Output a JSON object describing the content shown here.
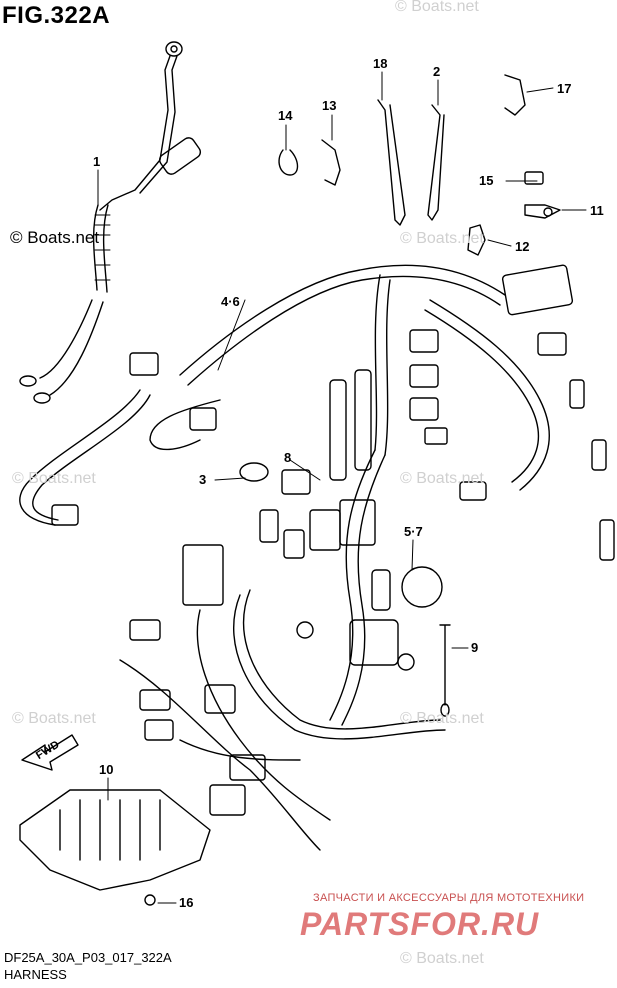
{
  "figure": {
    "title": "FIG.322A",
    "code": "DF25A_30A_P03_017_322A",
    "name": "HARNESS"
  },
  "watermarks": {
    "primary": "© Boats.net",
    "faint": "© Boats.net"
  },
  "advert": {
    "tagline": "ЗАПЧАСТИ И АКСЕССУАРЫ ДЛЯ МОТОТЕХНИКИ",
    "logo": "PARTSFOR.RU"
  },
  "direction_marker": "FWD",
  "callouts": [
    {
      "id": "c1",
      "label": "1"
    },
    {
      "id": "c2",
      "label": "2"
    },
    {
      "id": "c3",
      "label": "3"
    },
    {
      "id": "c46",
      "label": "4·6"
    },
    {
      "id": "c57",
      "label": "5·7"
    },
    {
      "id": "c8",
      "label": "8"
    },
    {
      "id": "c9",
      "label": "9"
    },
    {
      "id": "c10",
      "label": "10"
    },
    {
      "id": "c11",
      "label": "11"
    },
    {
      "id": "c12",
      "label": "12"
    },
    {
      "id": "c13",
      "label": "13"
    },
    {
      "id": "c14",
      "label": "14"
    },
    {
      "id": "c15",
      "label": "15"
    },
    {
      "id": "c16",
      "label": "16"
    },
    {
      "id": "c17",
      "label": "17"
    },
    {
      "id": "c18",
      "label": "18"
    }
  ]
}
